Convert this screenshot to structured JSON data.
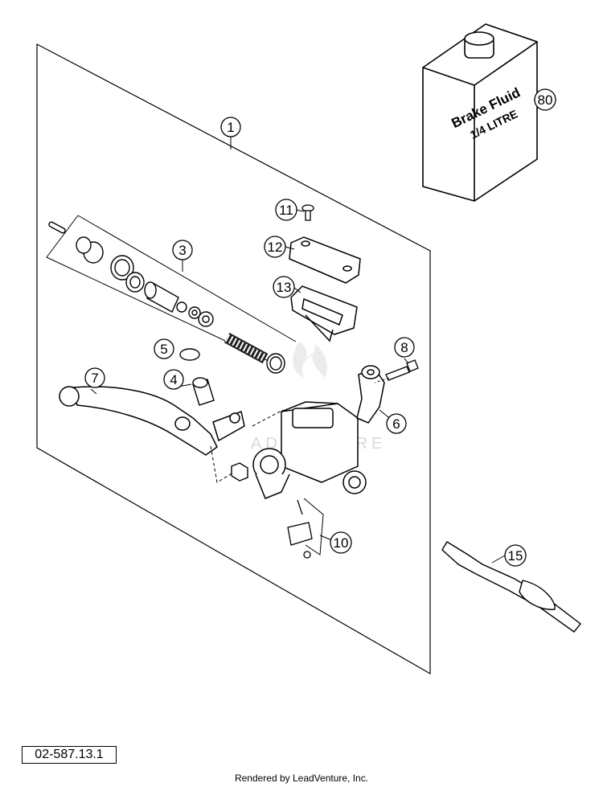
{
  "callouts": {
    "c1": "1",
    "c3": "3",
    "c4": "4",
    "c5": "5",
    "c6": "6",
    "c7": "7",
    "c8": "8",
    "c10": "10",
    "c11": "11",
    "c12": "12",
    "c13": "13",
    "c15": "15",
    "c80": "80"
  },
  "can": {
    "line1": "Brake Fluid",
    "line2": "1/4 LITRE"
  },
  "watermark": "ADVENTURE",
  "drawing_code": "02-587.13.1",
  "render_credit": "Rendered by LeadVenture, Inc."
}
